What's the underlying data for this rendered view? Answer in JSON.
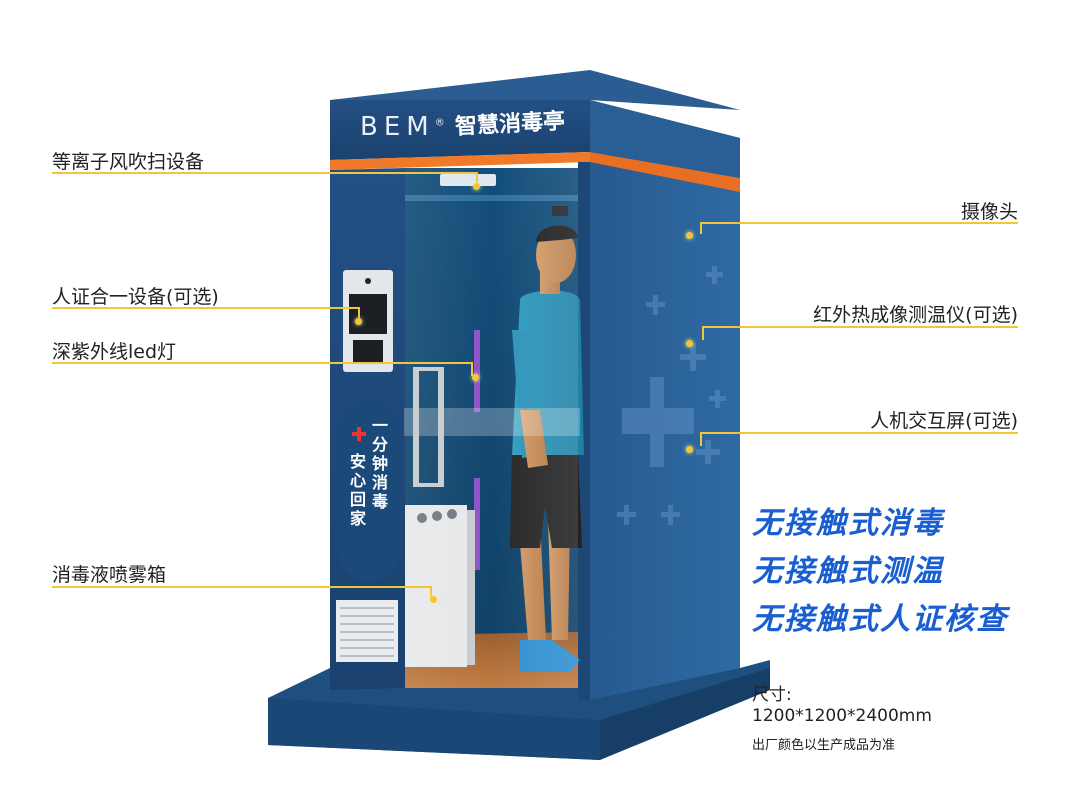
{
  "booth": {
    "brand": "BEM",
    "brand_mark": "®",
    "title": "智慧消毒亭",
    "side_slogan_1": "一分钟消毒",
    "side_slogan_2": "安心回家"
  },
  "labels_left": [
    {
      "text": "等离子风吹扫设备"
    },
    {
      "text": "人证合一设备(可选)"
    },
    {
      "text": "深紫外线led灯"
    },
    {
      "text": "消毒液喷雾箱"
    }
  ],
  "labels_right": [
    {
      "text": "摄像头"
    },
    {
      "text": "红外热成像测温仪(可选)"
    },
    {
      "text": "人机交互屏(可选)"
    }
  ],
  "headlines": [
    "无接触式消毒",
    "无接触式测温",
    "无接触式人证核查"
  ],
  "spec": {
    "size_label": "尺寸:",
    "size_value": "1200*1200*2400mm",
    "note": "出厂颜色以生产成品为准"
  },
  "colors": {
    "booth_blue": "#1f4f86",
    "booth_side": "#2a5f95",
    "orange_band": "#f07a2a",
    "leader_yellow": "#f2c63a",
    "headline_blue": "#1a5fd1"
  }
}
